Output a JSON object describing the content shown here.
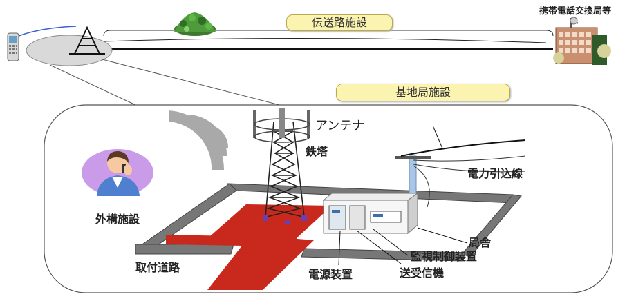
{
  "labels": {
    "transmission_facility": "伝送路施設",
    "exchange_station": "携帯電話交換局等",
    "base_station_facility": "基地局施設",
    "antenna": "アンテナ",
    "steel_tower": "鉄塔",
    "power_lead_in": "電力引込線",
    "perimeter_facility": "外構施設",
    "access_road": "取付道路",
    "station_building": "局舎",
    "monitoring_control": "監視制御装置",
    "power_supply": "電源装置",
    "transceiver": "送受信機"
  },
  "colors": {
    "road_red": "#c8291c",
    "wall_gray": "#6e6e6e",
    "label_box_fill": "#fbf3b0",
    "line_black": "#111111"
  },
  "icons": [
    "mobile-phone-icon",
    "cell-tower-icon",
    "mountain-icon",
    "exchange-building-icon",
    "person-on-phone-icon",
    "radio-wave-icon",
    "utility-pole-icon"
  ]
}
